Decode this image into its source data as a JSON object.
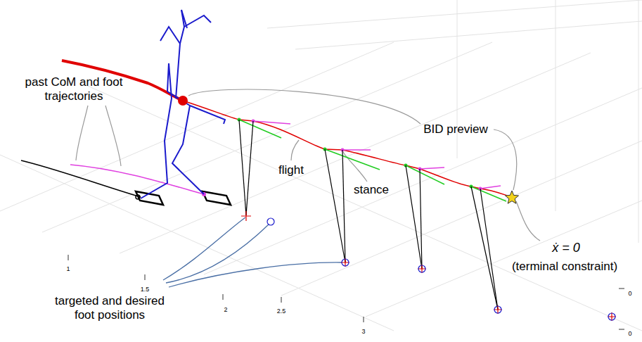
{
  "diagram": {
    "labels": [
      "past CoM and foot trajectories",
      "BID preview",
      "flight",
      "stance",
      "ẋ = 0",
      "(terminal constraint)",
      "targeted and desired foot positions",
      "1",
      "1.5",
      "2",
      "2.5",
      "3",
      "0",
      "0"
    ]
  }
}
